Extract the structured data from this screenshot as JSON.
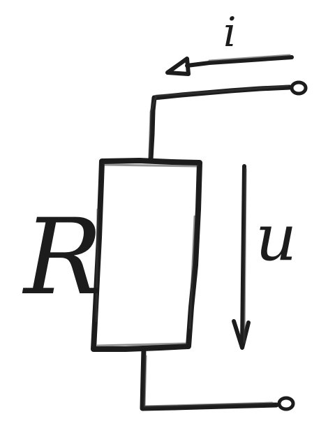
{
  "diagram": {
    "resistor_label": "R",
    "current_label": "i",
    "voltage_label": "u",
    "ink_color": "#1c1c1c",
    "background_color": "#ffffff"
  }
}
